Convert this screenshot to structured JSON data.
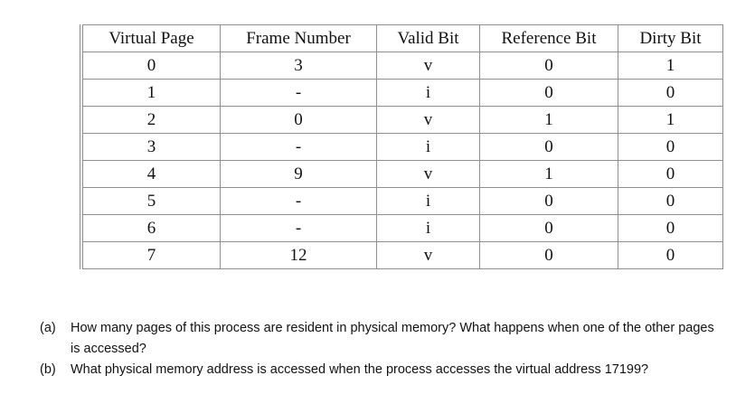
{
  "table": {
    "name": "page-table",
    "headers": [
      "Virtual Page",
      "Frame Number",
      "Valid Bit",
      "Reference Bit",
      "Dirty Bit"
    ],
    "rows": [
      {
        "virtual_page": "0",
        "frame_number": "3",
        "valid_bit": "v",
        "reference_bit": "0",
        "dirty_bit": "1"
      },
      {
        "virtual_page": "1",
        "frame_number": "-",
        "valid_bit": "i",
        "reference_bit": "0",
        "dirty_bit": "0"
      },
      {
        "virtual_page": "2",
        "frame_number": "0",
        "valid_bit": "v",
        "reference_bit": "1",
        "dirty_bit": "1"
      },
      {
        "virtual_page": "3",
        "frame_number": "-",
        "valid_bit": "i",
        "reference_bit": "0",
        "dirty_bit": "0"
      },
      {
        "virtual_page": "4",
        "frame_number": "9",
        "valid_bit": "v",
        "reference_bit": "1",
        "dirty_bit": "0"
      },
      {
        "virtual_page": "5",
        "frame_number": "-",
        "valid_bit": "i",
        "reference_bit": "0",
        "dirty_bit": "0"
      },
      {
        "virtual_page": "6",
        "frame_number": "-",
        "valid_bit": "i",
        "reference_bit": "0",
        "dirty_bit": "0"
      },
      {
        "virtual_page": "7",
        "frame_number": "12",
        "valid_bit": "v",
        "reference_bit": "0",
        "dirty_bit": "0"
      }
    ]
  },
  "questions": [
    {
      "label": "(a)",
      "text": "How many pages of this process are resident in physical memory? What happens when one of the other pages is accessed?"
    },
    {
      "label": "(b)",
      "text": "What physical memory address is accessed when the process accesses the virtual address 17199?"
    }
  ],
  "colors": {
    "page_background": "#ffffff",
    "grid_line": "#8f8f8f",
    "text": "#111111"
  }
}
